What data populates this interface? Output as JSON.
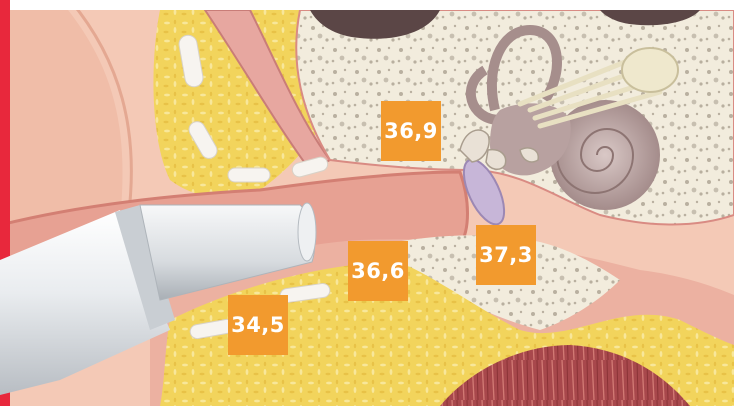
{
  "colors": {
    "accent_bar": "#e8283c",
    "label_bg": "#f29a2e",
    "label_text": "#ffffff",
    "skin": "#f4c9b6",
    "canal": "#e7a193",
    "fat": "#f2d45c",
    "bone": "#f2ecdd",
    "cochlea": "#b8a1a0",
    "eardrum": "#c7b6d8",
    "muscle": "#a8484c"
  },
  "labels": [
    {
      "text": "36,9"
    },
    {
      "text": "37,3"
    },
    {
      "text": "36,6"
    },
    {
      "text": "34,5"
    }
  ]
}
